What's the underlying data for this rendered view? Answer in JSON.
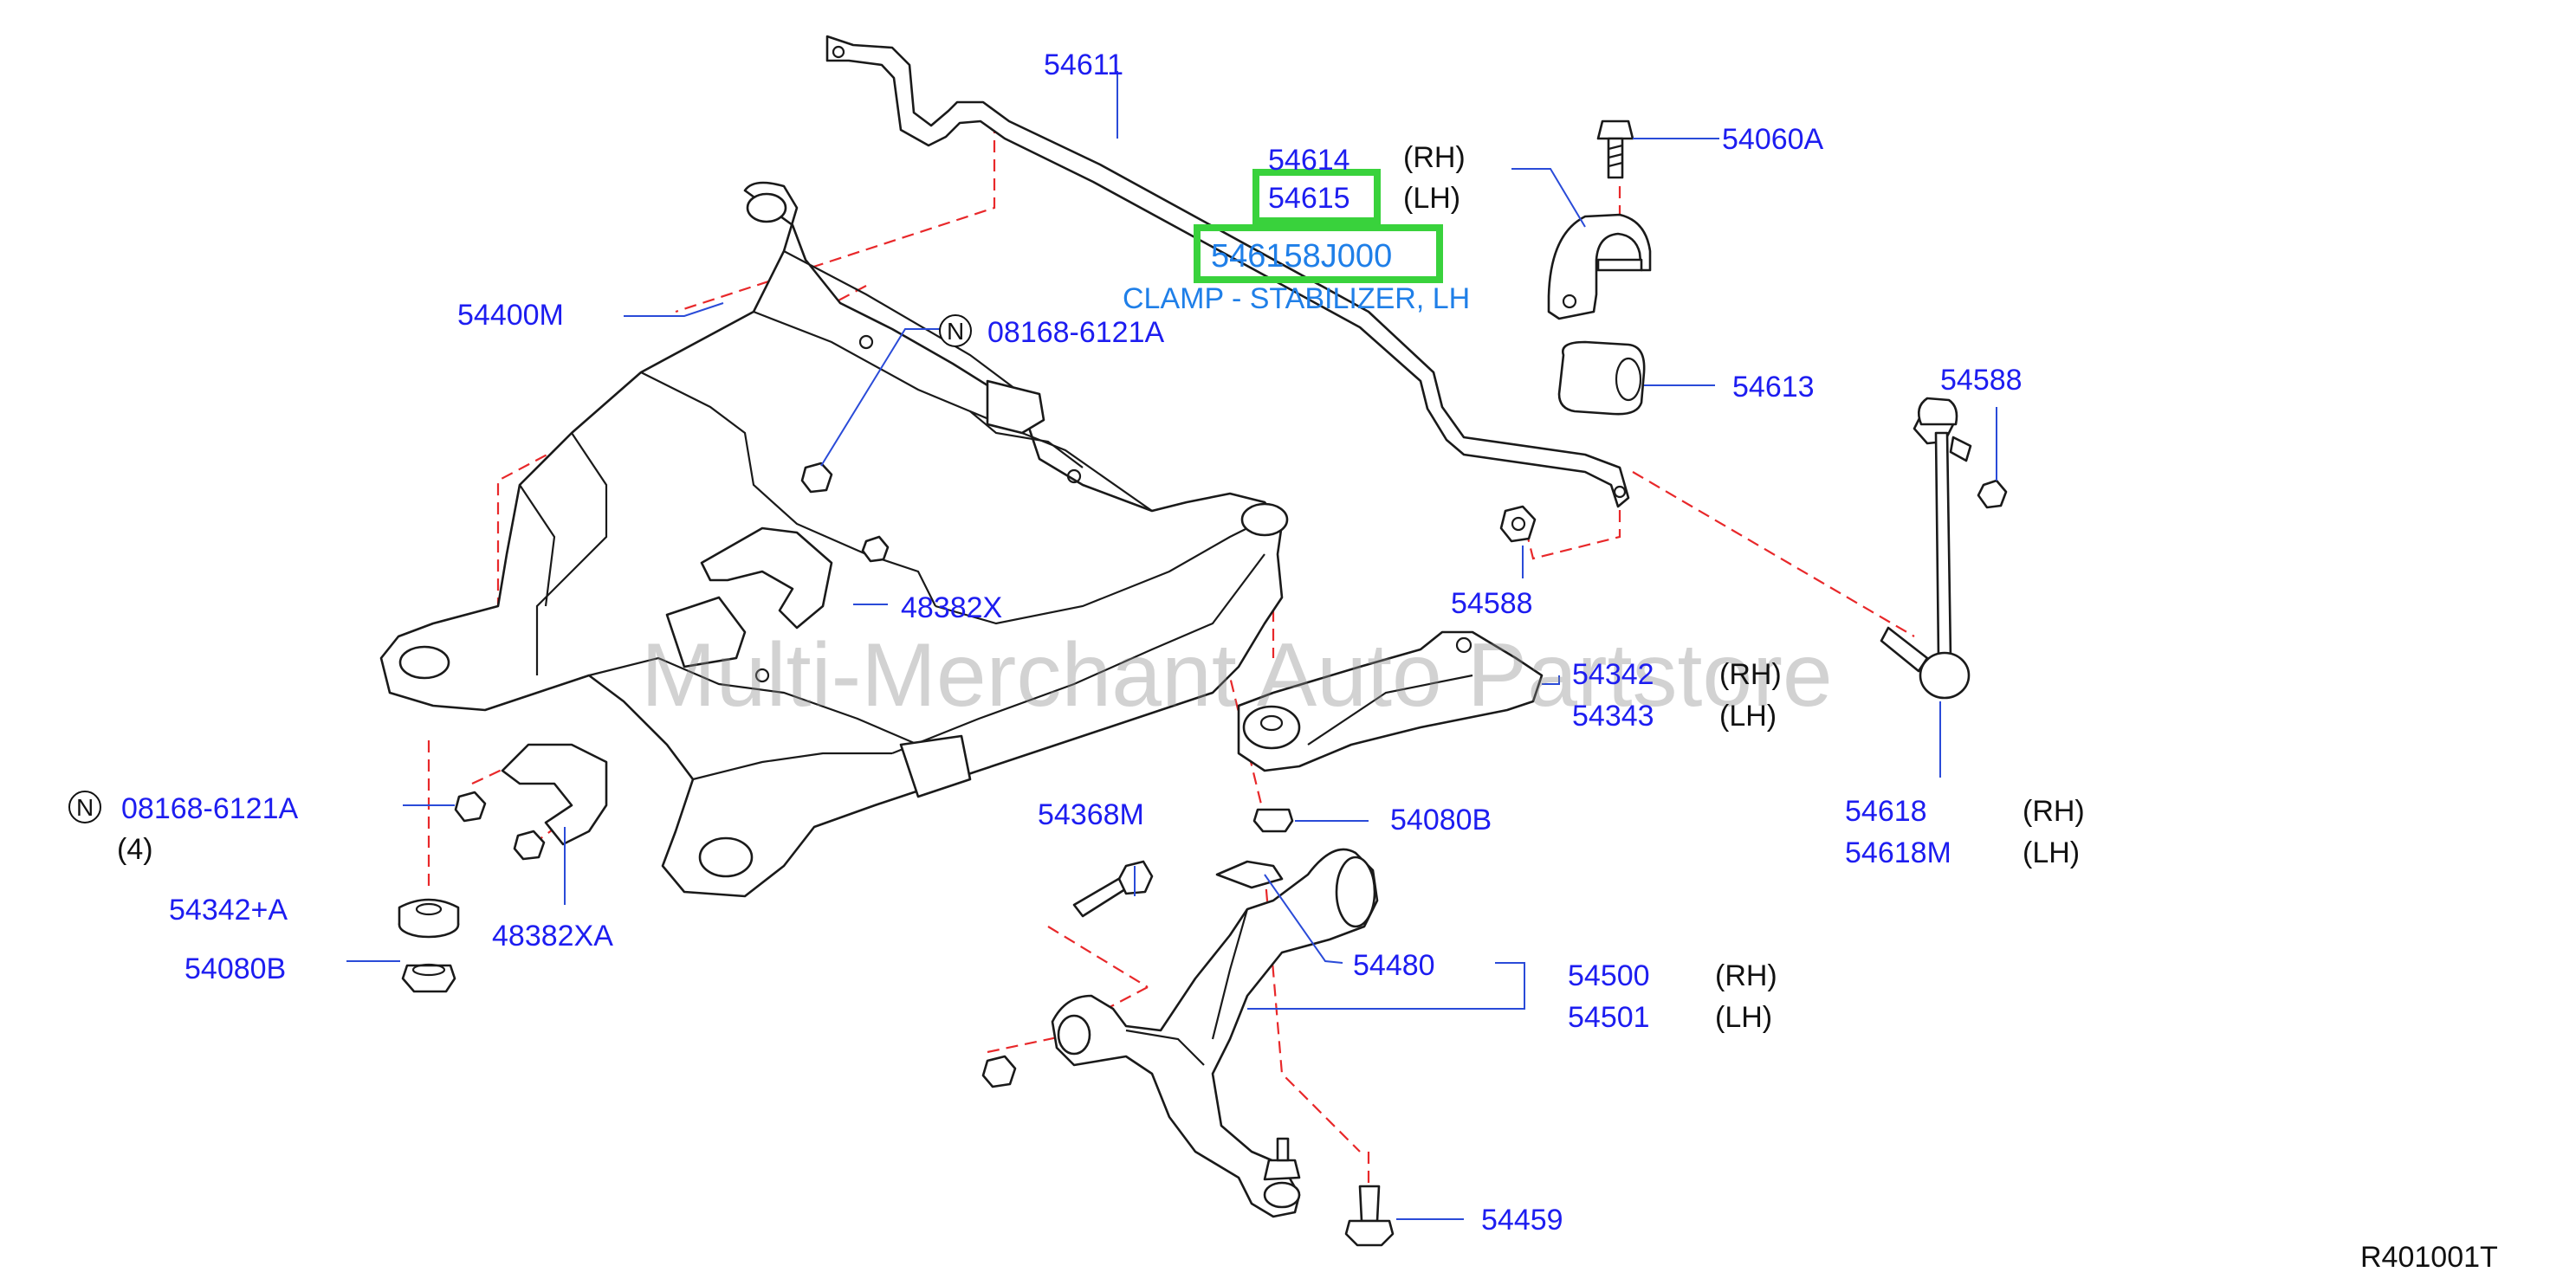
{
  "colors": {
    "part_number": "#1d1df0",
    "highlight_text": "#1f7fe8",
    "highlight_box": "#39d23c",
    "dashed_line": "#e8282a",
    "leader_line": "#2a4bd8",
    "side_label": "#111111"
  },
  "labels": {
    "p54611": "54611",
    "p54614": "54614",
    "p54614_side": "(RH)",
    "p54615": "54615",
    "p54615_side": "(LH)",
    "selected_part": "546158J000",
    "selected_desc": "CLAMP - STABILIZER, LH",
    "p54060A": "54060A",
    "p54400M": "54400M",
    "p08168_top": "08168-6121A",
    "n_symbol": "N",
    "p54613": "54613",
    "p54588_right": "54588",
    "p54588_mid": "54588",
    "p48382X": "48382X",
    "p54342": "54342",
    "p54342_side": "(RH)",
    "p54343": "54343",
    "p54343_side": "(LH)",
    "p54618": "54618",
    "p54618_side": "(RH)",
    "p54618M": "54618M",
    "p54618M_side": "(LH)",
    "p08168_left": "08168-6121A",
    "qty_4": "(4)",
    "p54368M": "54368M",
    "p54080B_right": "54080B",
    "p54342A": "54342+A",
    "p48382XA": "48382XA",
    "p54080B_left": "54080B",
    "p54480": "54480",
    "p54500": "54500",
    "p54500_side": "(RH)",
    "p54501": "54501",
    "p54501_side": "(LH)",
    "p54459": "54459",
    "watermark": "Multi-Merchant Auto Partstore",
    "reference": "R401001T"
  }
}
